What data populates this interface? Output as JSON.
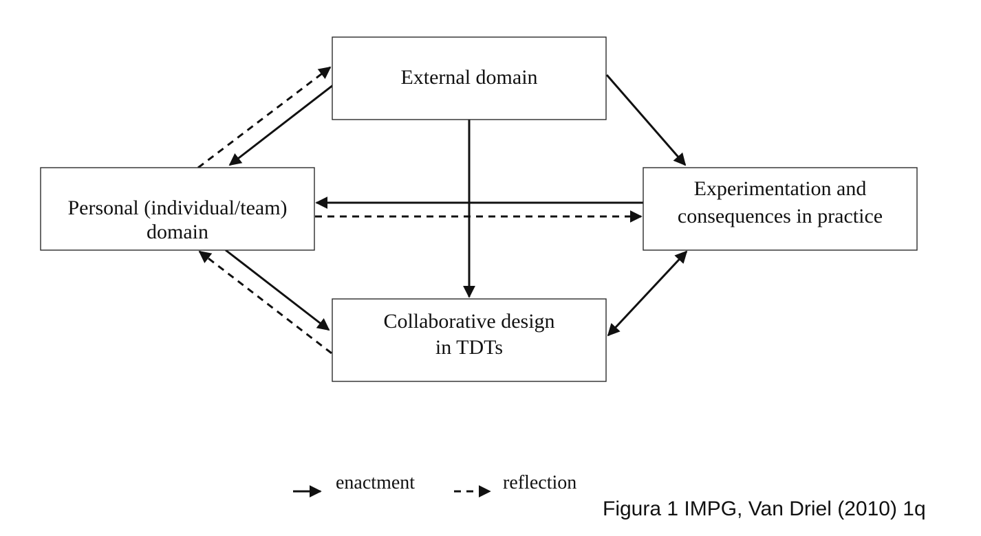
{
  "nodes": {
    "external": {
      "lines": [
        "External domain"
      ]
    },
    "personal": {
      "lines": [
        "Personal (individual/team)",
        "domain"
      ]
    },
    "experimentation": {
      "lines": [
        "Experimentation and",
        "consequences in practice"
      ]
    },
    "collaborative": {
      "lines": [
        "Collaborative design",
        "in TDTs"
      ]
    }
  },
  "edges": [
    {
      "id": "external-to-personal",
      "from": "external",
      "to": "personal",
      "style": "enactment"
    },
    {
      "id": "personal-to-external",
      "from": "personal",
      "to": "external",
      "style": "reflection"
    },
    {
      "id": "external-to-experimentation",
      "from": "external",
      "to": "experimentation",
      "style": "enactment"
    },
    {
      "id": "external-to-collaborative",
      "from": "external",
      "to": "collaborative",
      "style": "enactment"
    },
    {
      "id": "experimentation-to-personal",
      "from": "experimentation",
      "to": "personal",
      "style": "enactment"
    },
    {
      "id": "personal-to-experimentation",
      "from": "personal",
      "to": "experimentation",
      "style": "reflection"
    },
    {
      "id": "personal-to-collaborative",
      "from": "personal",
      "to": "collaborative",
      "style": "enactment"
    },
    {
      "id": "collaborative-to-personal",
      "from": "collaborative",
      "to": "personal",
      "style": "reflection"
    },
    {
      "id": "collaborative-experimentation",
      "from": "collaborative",
      "to": "experimentation",
      "style": "enactment",
      "bidirectional": true
    }
  ],
  "legend": {
    "enactment_label": "enactment",
    "reflection_label": "reflection"
  },
  "caption": "Figura 1 IMPG, Van Driel (2010) 1q",
  "colors": {
    "stroke": "#111111",
    "box_border": "#2b2b2b",
    "background": "#ffffff"
  }
}
